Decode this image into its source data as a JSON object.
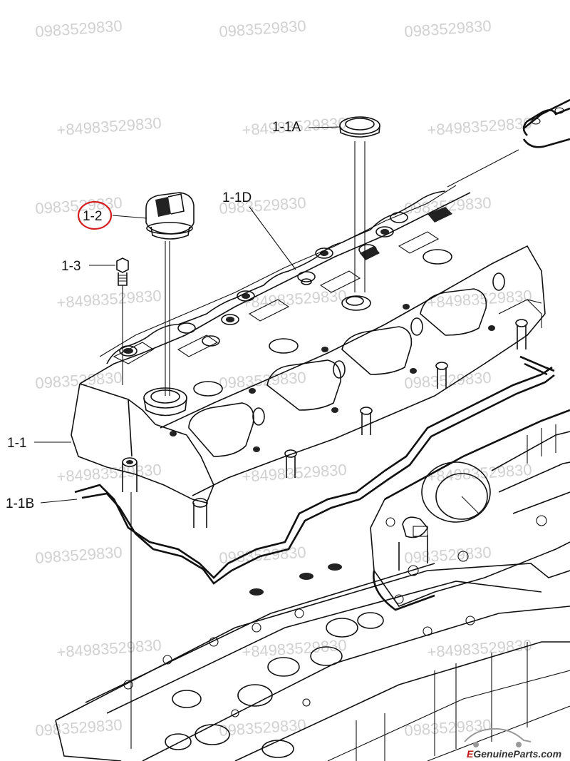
{
  "callouts": {
    "item_1_1": "1-1",
    "item_1_1A": "1-1A",
    "item_1_1B": "1-1B",
    "item_1_1D": "1-1D",
    "item_1_2": "1-2",
    "item_1_3": "1-3"
  },
  "highlight": {
    "item": "1-2",
    "color": "#d42020"
  },
  "watermarks": {
    "phone_local": "0983529830",
    "phone_intl": "+84983529830"
  },
  "brand": {
    "logo_initial": "E",
    "logo_text": "GenuineParts.com"
  }
}
